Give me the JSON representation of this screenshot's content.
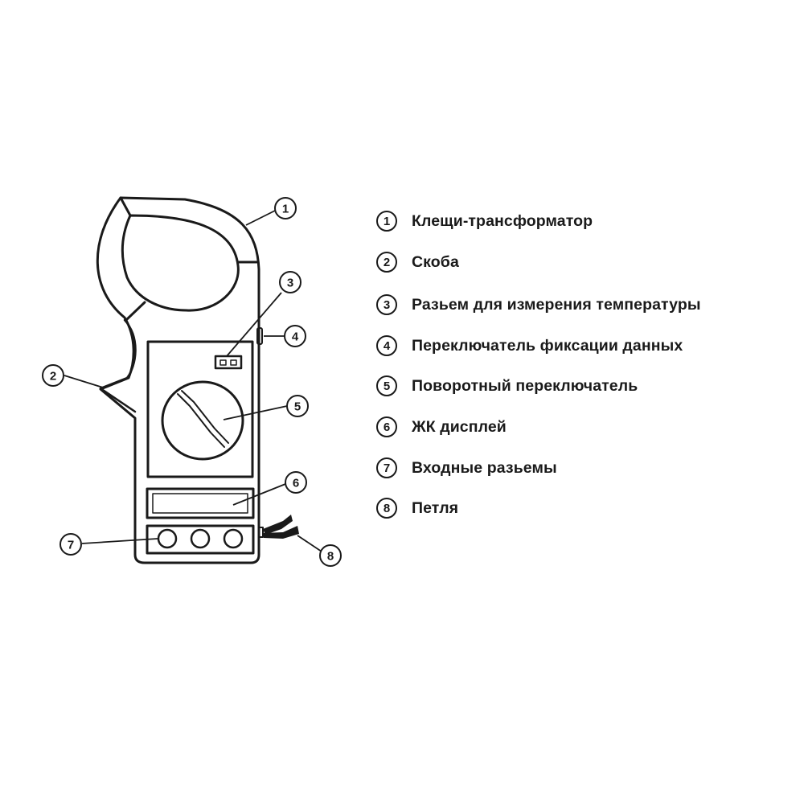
{
  "diagram": {
    "subject": "clamp-meter",
    "callouts": [
      {
        "num": "1",
        "label": "Клещи-трансформатор"
      },
      {
        "num": "2",
        "label": "Скоба"
      },
      {
        "num": "3",
        "label": "Разьем для измерения температуры"
      },
      {
        "num": "4",
        "label": "Переключатель фиксации данных"
      },
      {
        "num": "5",
        "label": "Поворотный переключатель"
      },
      {
        "num": "6",
        "label": "ЖК дисплей"
      },
      {
        "num": "7",
        "label": "Входные разьемы"
      },
      {
        "num": "8",
        "label": "Петля"
      }
    ],
    "colors": {
      "line": "#1a1a1a",
      "background": "#ffffff"
    }
  }
}
